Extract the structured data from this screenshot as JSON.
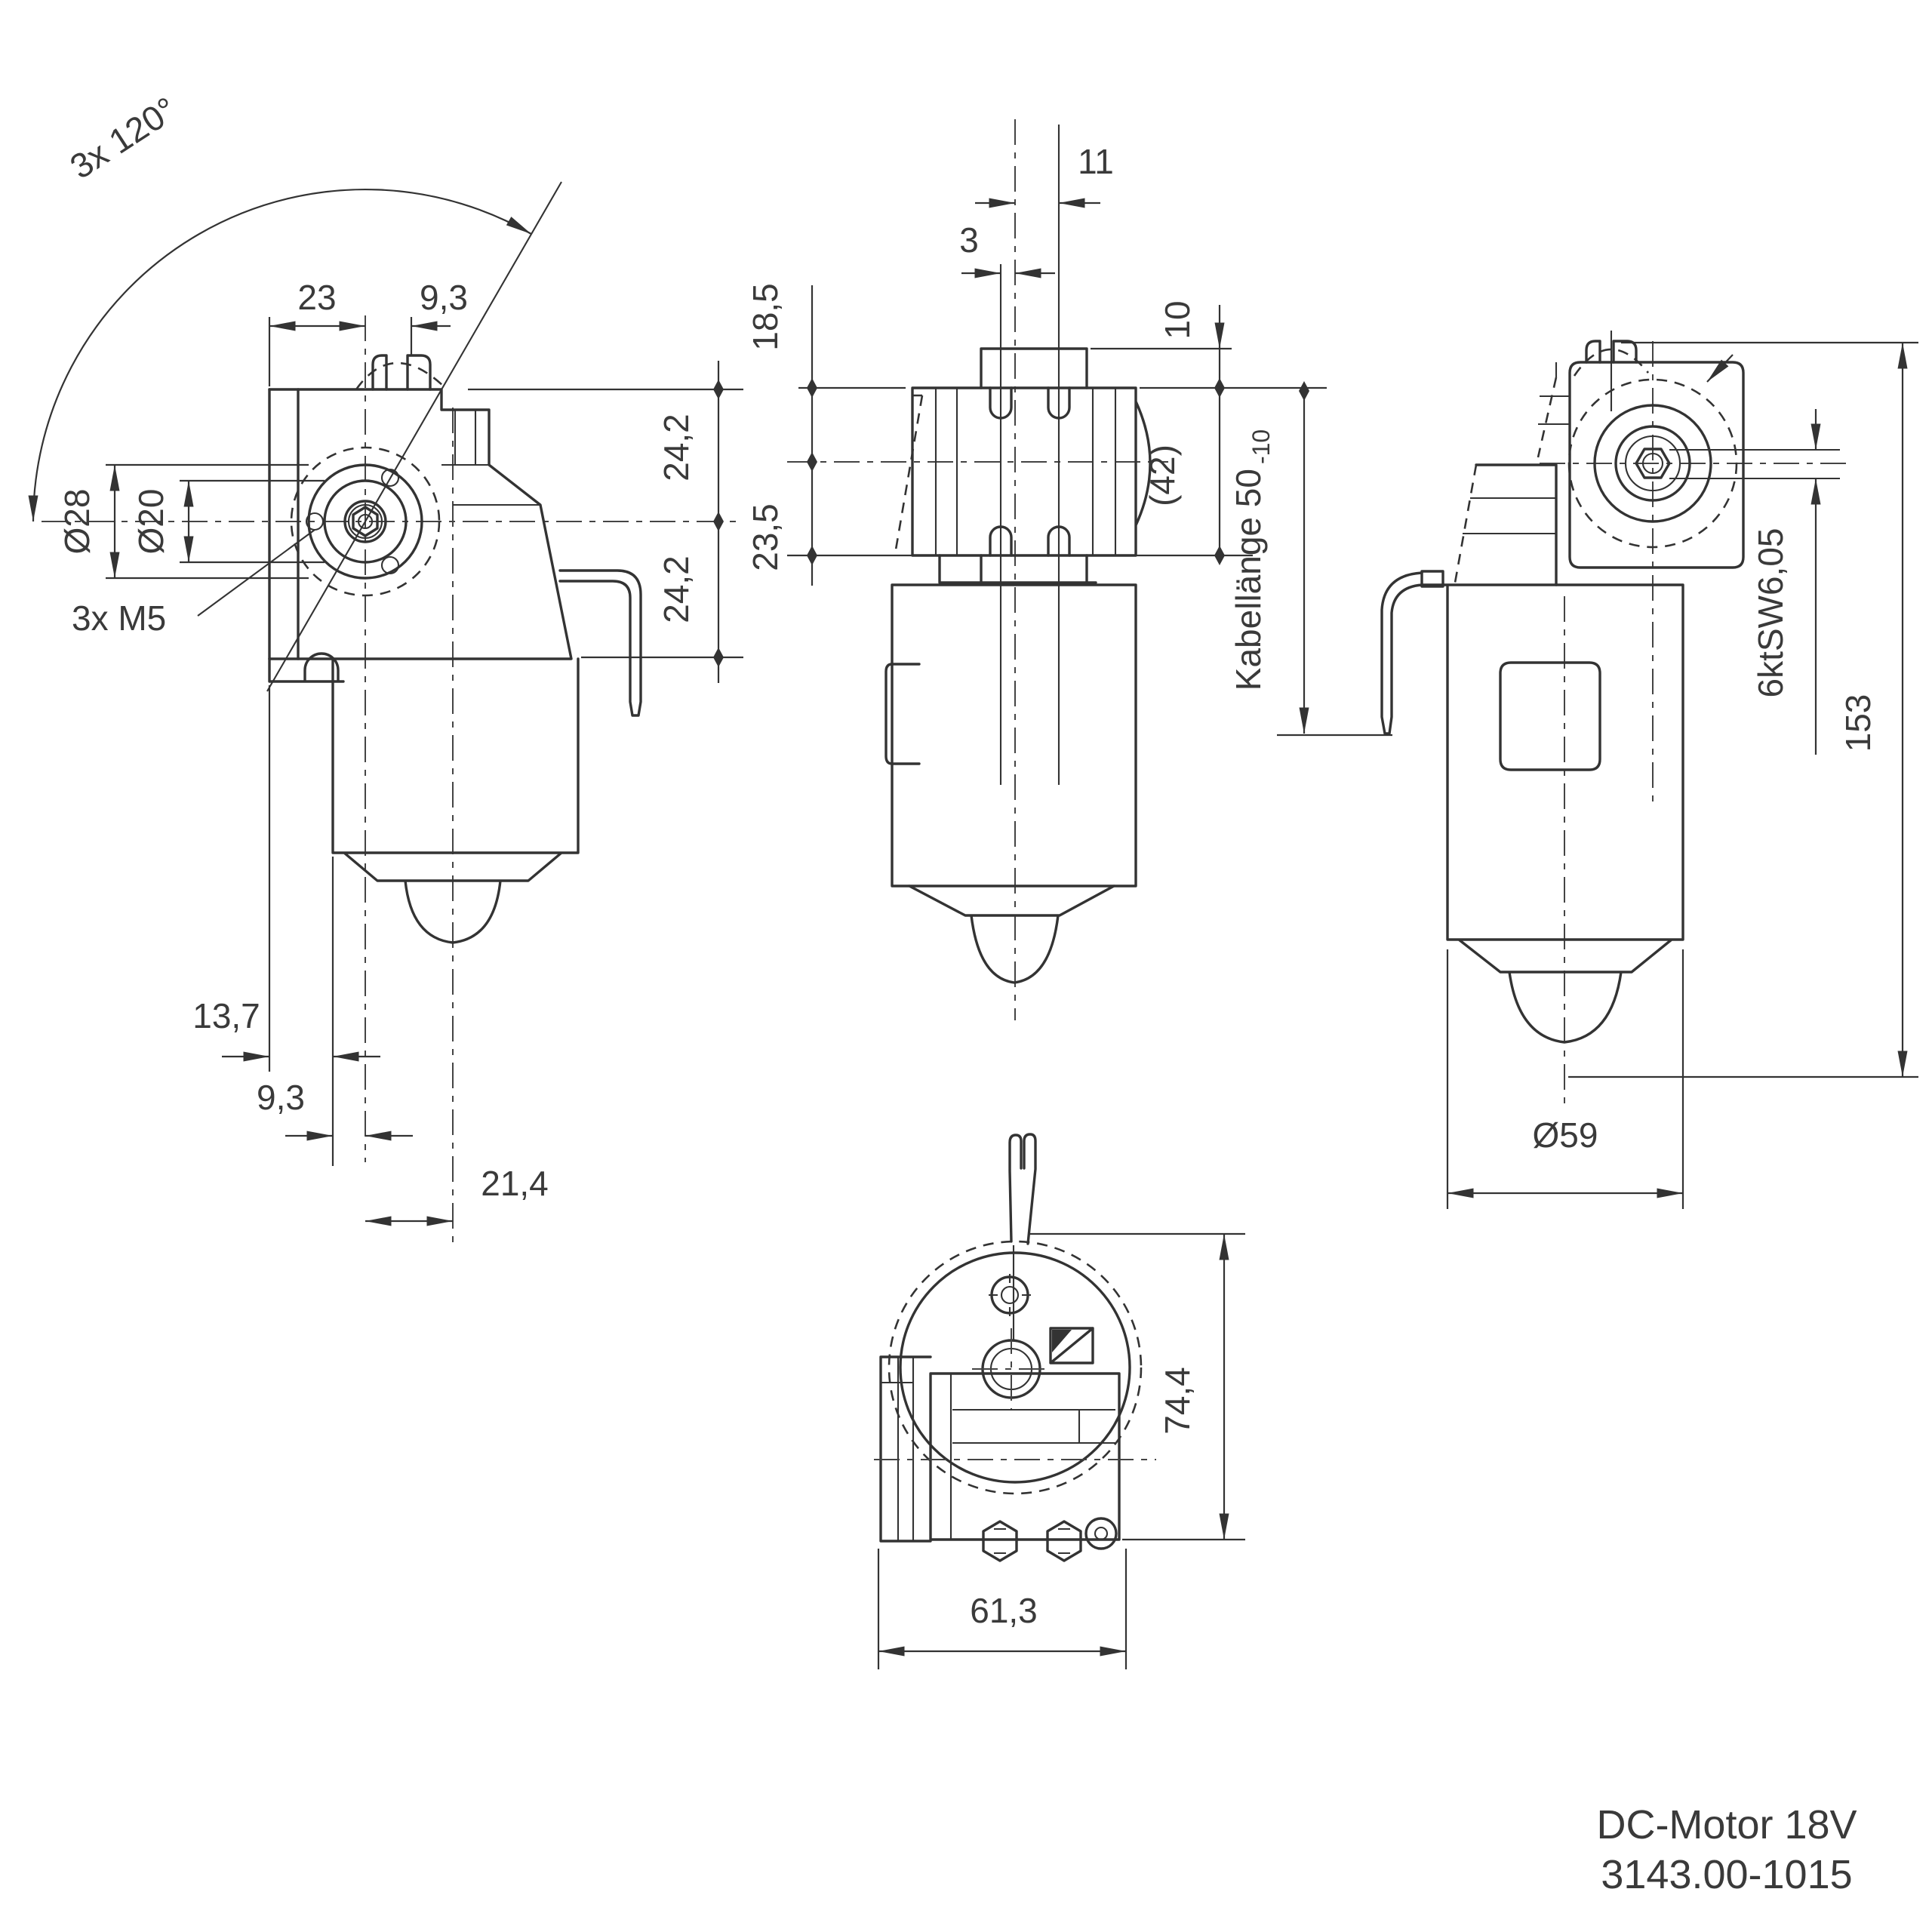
{
  "drawing": {
    "title_line1": "DC-Motor 18V",
    "title_line2": "3143.00-1015",
    "colors": {
      "line": "#333333",
      "text": "#3a3a3a",
      "background": "#ffffff"
    },
    "side_view": {
      "angle_count": "3x 120°",
      "dist_23": "23",
      "dist_93_top": "9,3",
      "dia_28": "Ø28",
      "dia_20": "Ø20",
      "thread_label": "3x M5",
      "dist_242_upper": "24,2",
      "dist_242_lower": "24,2",
      "dist_137": "13,7",
      "dist_93_bottom": "9,3",
      "dist_214": "21,4"
    },
    "front_view": {
      "dist_11": "11",
      "dist_3": "3",
      "dist_185": "18,5",
      "dist_235": "23,5",
      "dist_10": "10",
      "dist_42": "(42)",
      "cable_label": "Kabellänge 50",
      "cable_tolerance": "-10"
    },
    "rear_view": {
      "hex_label": "6ktSW6,05",
      "dist_153": "153",
      "dia_59": "Ø59"
    },
    "bottom_view": {
      "dist_744": "74,4",
      "dist_613": "61,3"
    }
  }
}
